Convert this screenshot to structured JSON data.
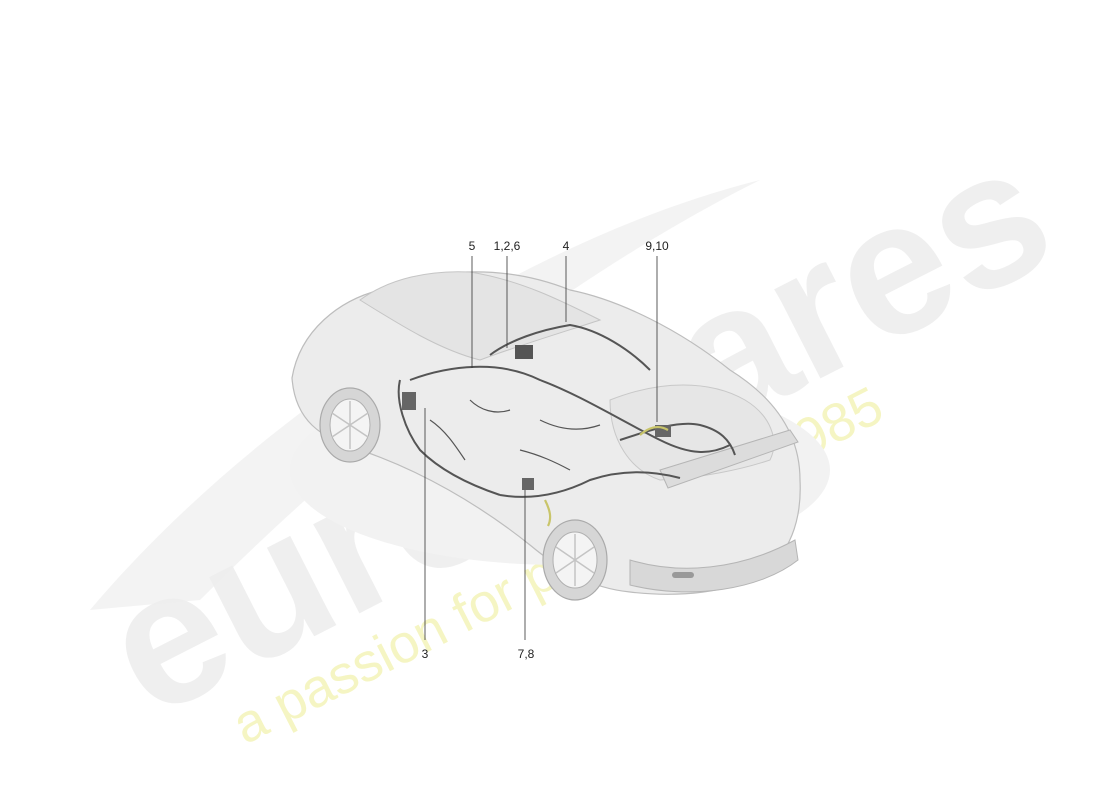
{
  "diagram": {
    "callouts": [
      {
        "id": "c5",
        "label": "5"
      },
      {
        "id": "c126",
        "label": "1,2,6"
      },
      {
        "id": "c4",
        "label": "4"
      },
      {
        "id": "c910",
        "label": "9,10"
      },
      {
        "id": "c3",
        "label": "3"
      },
      {
        "id": "c78",
        "label": "7,8"
      }
    ]
  },
  "watermark": {
    "brand": "eurospares",
    "tagline": "a passion for parts since 1985",
    "brand_color": "#e9e9e9",
    "tagline_color": "#f3f3b8"
  },
  "colors": {
    "car_body": "#ececec",
    "car_outline": "#bdbdbd",
    "harness": "#555555",
    "harness_accent": "#c9c56a"
  }
}
